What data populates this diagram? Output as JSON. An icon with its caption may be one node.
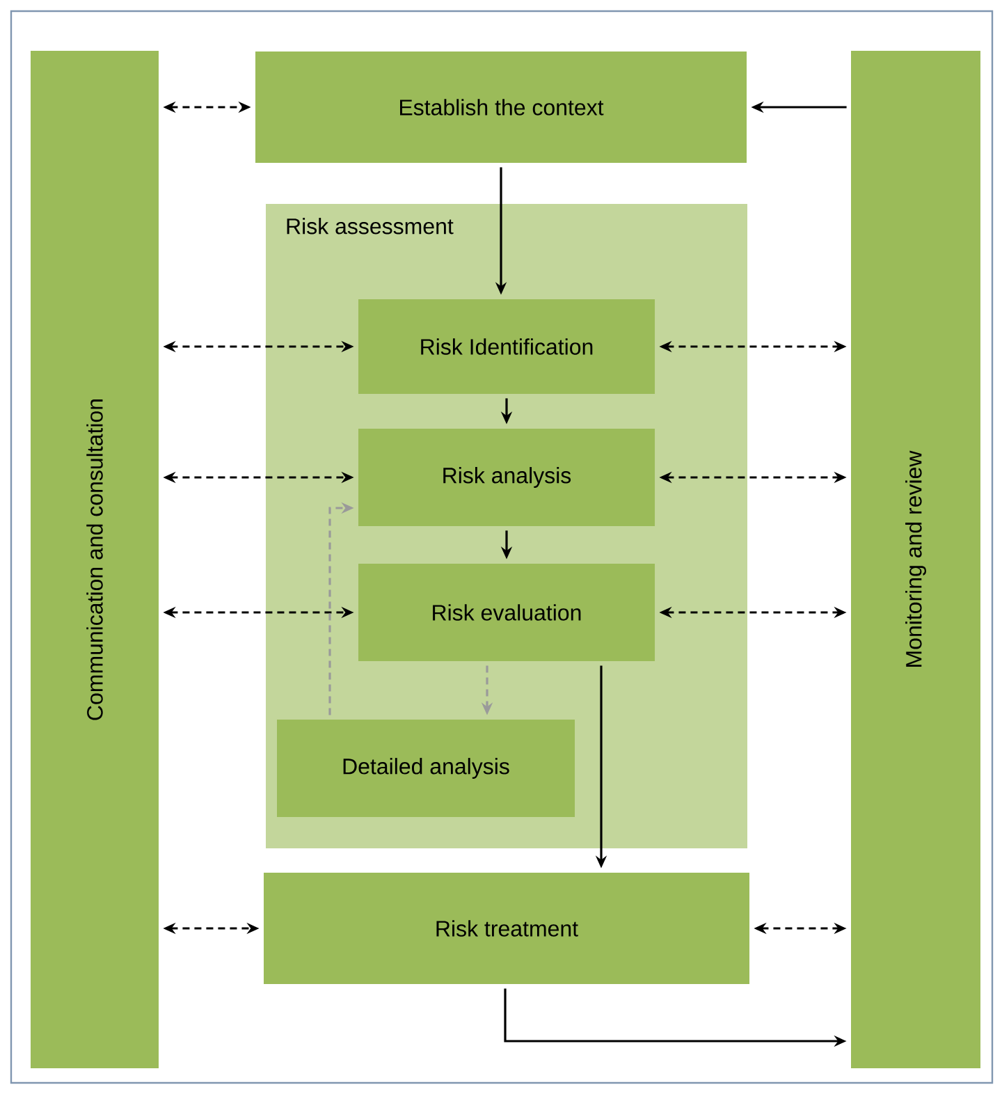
{
  "diagram": {
    "nodes": [
      {
        "text": [
          "Communication and consultation"
        ]
      },
      {
        "text": [
          "Establish the context"
        ]
      },
      {
        "text": [
          "Monitoring and review"
        ]
      },
      {
        "text": [
          "Risk assessment"
        ]
      },
      {
        "text": [
          "Risk Identification"
        ],
        "in": 3
      },
      {
        "text": [
          "Risk analysis"
        ],
        "in": 3
      },
      {
        "text": [
          "Risk evaluation"
        ],
        "in": 3
      },
      {
        "text": [
          "Detailed analysis"
        ],
        "in": 3
      },
      {
        "text": [
          "Risk treatment"
        ]
      }
    ],
    "edges": [
      {
        "from": 0,
        "to": 1,
        "arrow": "both",
        "style": "dashed"
      },
      {
        "from": 2,
        "to": 1,
        "arrow": "to"
      },
      {
        "from": 1,
        "to": 4,
        "arrow": "to"
      },
      {
        "from": 0,
        "to": 4,
        "arrow": "both",
        "style": "dashed"
      },
      {
        "from": 4,
        "to": 2,
        "arrow": "both",
        "style": "dashed"
      },
      {
        "from": 4,
        "to": 5,
        "arrow": "to"
      },
      {
        "from": 0,
        "to": 5,
        "arrow": "both",
        "style": "dashed"
      },
      {
        "from": 5,
        "to": 2,
        "arrow": "both",
        "style": "dashed"
      },
      {
        "from": 5,
        "to": 6,
        "arrow": "to"
      },
      {
        "from": 0,
        "to": 6,
        "arrow": "both",
        "style": "dashed"
      },
      {
        "from": 6,
        "to": 2,
        "arrow": "both",
        "style": "dashed"
      },
      {
        "from": 6,
        "to": 7,
        "arrow": "to",
        "style": "dashed",
        "color": "#9a9a9a"
      },
      {
        "from": 7,
        "to": 5,
        "arrow": "to",
        "style": "dashed",
        "color": "#9a9a9a"
      },
      {
        "from": 6,
        "to": 8,
        "arrow": "to"
      },
      {
        "from": 0,
        "to": 8,
        "arrow": "both",
        "style": "dashed"
      },
      {
        "from": 8,
        "to": 2,
        "arrow": "both",
        "style": "dashed"
      },
      {
        "from": 8,
        "to": 2,
        "arrow": "to"
      }
    ]
  }
}
